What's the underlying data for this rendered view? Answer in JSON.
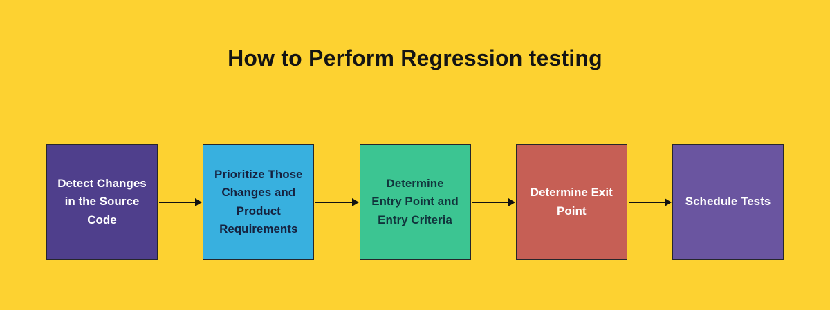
{
  "title": "How to Perform Regression testing",
  "colors": {
    "page_background": "#FDD231",
    "arrow": "#111111",
    "title_text": "#141414"
  },
  "steps": [
    {
      "label": "Detect Changes in the Source Code",
      "bg": "#4F3F8C",
      "text_color": "#FFFFFF"
    },
    {
      "label": "Prioritize Those Changes and Product Requirements",
      "bg": "#38B0DF",
      "text_color": "#16213E"
    },
    {
      "label": "Determine Entry Point and Entry Criteria",
      "bg": "#3CC592",
      "text_color": "#11343C"
    },
    {
      "label": "Determine Exit Point",
      "bg": "#C65F55",
      "text_color": "#FFFFFF"
    },
    {
      "label": "Schedule Tests",
      "bg": "#6A55A0",
      "text_color": "#FFFFFF"
    }
  ]
}
